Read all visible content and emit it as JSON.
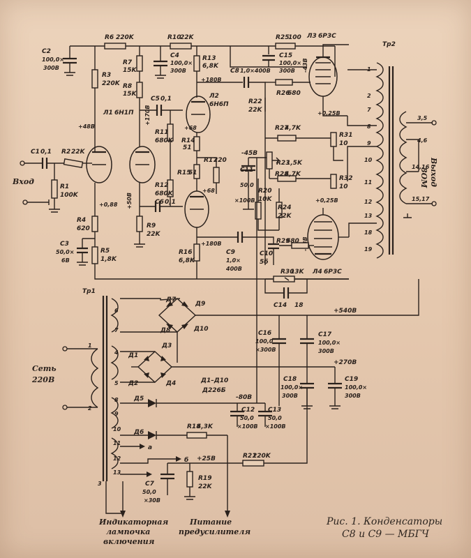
{
  "labels": {
    "c2": "C2",
    "c2_val": "100,0×",
    "c2_v": "300В",
    "r6": "R6",
    "r6_val": "220K",
    "r10": "R10",
    "r10_val": "22K",
    "r25": "R25",
    "r25_val": "100",
    "l3": "Л3",
    "l3_type": "6Р3С",
    "tr2": "Тр2",
    "r3": "R3",
    "r3_val": "220K",
    "r7": "R7",
    "r7_val": "15K",
    "r8": "R8",
    "r8_val": "15K",
    "c4": "C4",
    "c4_val": "100,0×",
    "c4_v": "300В",
    "r13": "R13",
    "r13_val": "6,8K",
    "v180a": "+180В",
    "c8": "C8",
    "c8_val": "1,0×400В",
    "c15": "C15",
    "c15_val": "100,0×",
    "c15_v": "300В",
    "r26": "R26",
    "r26_val": "680",
    "v43a": "-43В",
    "l1": "Л1",
    "l1_type": "6Н1П",
    "c5": "C5",
    "c5_val": "0,1",
    "l2": "Л2",
    "l2_type": "6Н6П",
    "v170": "+170В",
    "v48": "+48В",
    "r22": "R22",
    "r22_val": "22K",
    "r27": "R27",
    "r27_val": "4,7K",
    "v025a": "+0,25В",
    "r31": "R31",
    "r31_val": "10",
    "r11": "R11",
    "r11_val": "680K",
    "r14": "R14",
    "r14_val": "51",
    "v68a": "+68",
    "v45": "-45В",
    "r17": "R17",
    "r17_val": "220",
    "c1": "C1",
    "c1_val": "0,1",
    "r2": "R2",
    "r2_val": "22K",
    "vhod": "Вход",
    "r1": "R1",
    "r1_val": "100K",
    "r15": "R15",
    "r15_val": "51",
    "v68b": "+68",
    "c11": "C11",
    "c11_val": "50,0",
    "c11_v": "×100В",
    "r23": "R23",
    "r23_val": "1,5K",
    "r28": "R28",
    "r28_val": "4,7K",
    "r32": "R32",
    "r32_val": "10",
    "vyhod": "Выход",
    "vyhod_ohm": "8ОМ",
    "r12": "R12",
    "r12_val": "680K",
    "c6": "C6",
    "c6_val": "0,1",
    "v50": "+50В",
    "r20": "R20",
    "r20_val": "10K",
    "v088": "+0,88",
    "r4": "R4",
    "r4_val": "620",
    "r9": "R9",
    "r9_val": "22K",
    "r24": "R24",
    "r24_val": "22K",
    "v025b": "+0,25В",
    "c3": "C3",
    "c3_val": "50,0×",
    "c3_v": "6В",
    "r16": "R16",
    "r16_val": "6,8K",
    "v180b": "+180В",
    "c9": "C9",
    "c9_val": "1,0×",
    "c9_v": "400В",
    "c10": "C10",
    "c10_val": "5б",
    "r29": "R29",
    "r29_val": "680",
    "v43b": "-43В",
    "r5": "R5",
    "r5_val": "1,8K",
    "l4": "Л4",
    "l4_type": "6Р3С",
    "r30": "R30",
    "r30_val": "13K",
    "tr1": "Тр1",
    "c14": "C14",
    "c14_val": "18",
    "d7": "Д7",
    "d8": "Д8",
    "d9": "Д9",
    "d10": "Д10",
    "v540": "+540В",
    "c16": "C16",
    "c16_val": "100,0",
    "c16_v": "×300В",
    "c17": "C17",
    "c17_val": "100,0×",
    "c17_v": "300В",
    "d1": "Д1",
    "d2": "Д2",
    "d3": "Д3",
    "d4": "Д4",
    "d_note": "Д1–Д10",
    "d_type": "Д226Б",
    "v270": "+270В",
    "c18": "C18",
    "c18_val": "100,0×",
    "c18_v": "300В",
    "c19": "C19",
    "c19_val": "100,0×",
    "c19_v": "300В",
    "set": "Сеть",
    "set_v": "220В",
    "v80": "-80В",
    "d5": "Д5",
    "d6": "Д6",
    "c12": "C12",
    "c12_val": "50,0",
    "c12_v": "×100В",
    "c13": "C13",
    "c13_val": "50,0",
    "c13_v": "×100В",
    "r18": "R18",
    "r18_val": "4,3K",
    "v25": "+25В",
    "r21": "R21",
    "r21_val": "220K",
    "c7": "C7",
    "c7_val": "50,0",
    "c7_v": "×30В",
    "r19": "R19",
    "r19_val": "22K",
    "a": "а",
    "b": "б",
    "ind1": "Индикаторная",
    "ind2": "лампочка",
    "ind3": "включения",
    "pit1": "Питание",
    "pit2": "предусилителя",
    "out_taps": [
      "3,5",
      "4,6",
      "14,16",
      "15,17"
    ],
    "tr2_pins": [
      "1",
      "2",
      "7",
      "8",
      "9",
      "10",
      "11",
      "12",
      "13",
      "18",
      "19"
    ],
    "tr1_pins": [
      "6",
      "7",
      "4",
      "5",
      "8",
      "9",
      "10",
      "11",
      "12",
      "13",
      "1",
      "2",
      "3"
    ]
  },
  "caption": {
    "line1": "Рис. 1. Конденсаторы",
    "line2": "С8 и С9 — МБГЧ"
  }
}
